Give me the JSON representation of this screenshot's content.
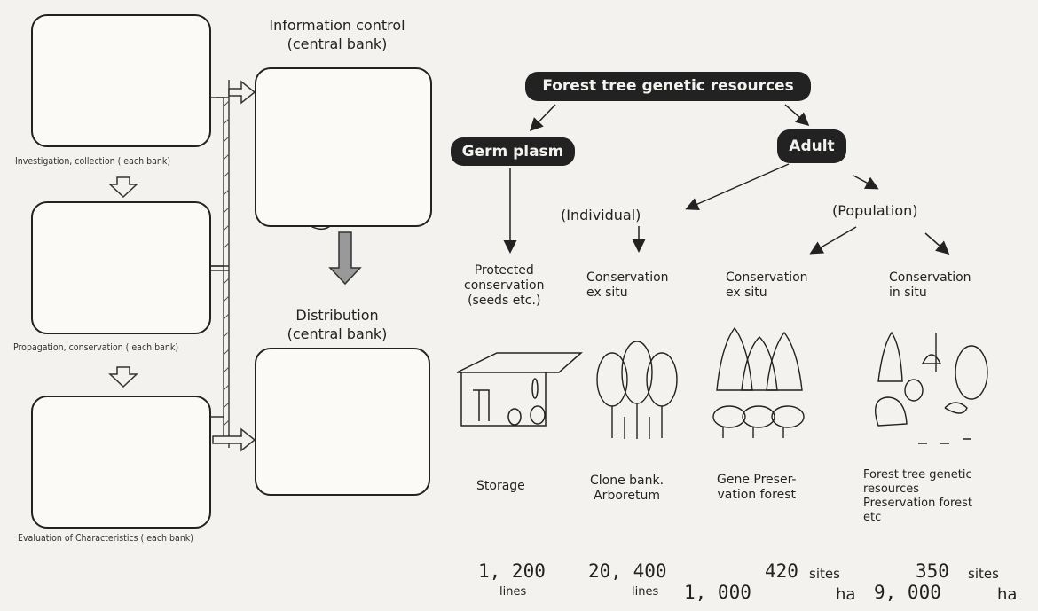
{
  "left_flow": {
    "step1_caption": "Investigation, collection ( each bank)",
    "step2_caption": "Propagation, conservation ( each bank)",
    "step3_caption": "Evaluation of Characteristics ( each bank)"
  },
  "center": {
    "info_title_line1": "Information control",
    "info_title_line2": "(central bank)",
    "dist_title_line1": "Distribution",
    "dist_title_line2": "(central bank)"
  },
  "tree": {
    "root": "Forest tree genetic resources",
    "germ_plasm": "Germ plasm",
    "adult": "Adult",
    "individual": "(Individual)",
    "population": "(Population)"
  },
  "columns": [
    {
      "method": [
        "Protected",
        "conservation",
        "(seeds etc.)"
      ],
      "facility": [
        "Storage"
      ],
      "value1": "1, 200",
      "unit1": "lines",
      "value2": "",
      "unit2": "",
      "icon": "storage-house-icon"
    },
    {
      "method": [
        "Conservation",
        "ex situ"
      ],
      "facility": [
        "Clone bank.",
        "Arboretum"
      ],
      "value1": "20, 400",
      "unit1": "lines",
      "value2": "",
      "unit2": "",
      "icon": "clone-bank-trees-icon"
    },
    {
      "method": [
        "Conservation",
        "ex situ"
      ],
      "facility": [
        "Gene Preser-",
        "vation forest"
      ],
      "value1": "420",
      "unit1": "sites",
      "value2": "1, 000",
      "unit2": "ha",
      "icon": "gene-preservation-forest-icon"
    },
    {
      "method": [
        "Conservation",
        "in situ"
      ],
      "facility": [
        "Forest tree genetic",
        "resources",
        "Preservation forest",
        "etc"
      ],
      "value1": "350",
      "unit1": "sites",
      "value2": "9, 000",
      "unit2": "ha",
      "icon": "forest-wildlife-icon"
    }
  ]
}
